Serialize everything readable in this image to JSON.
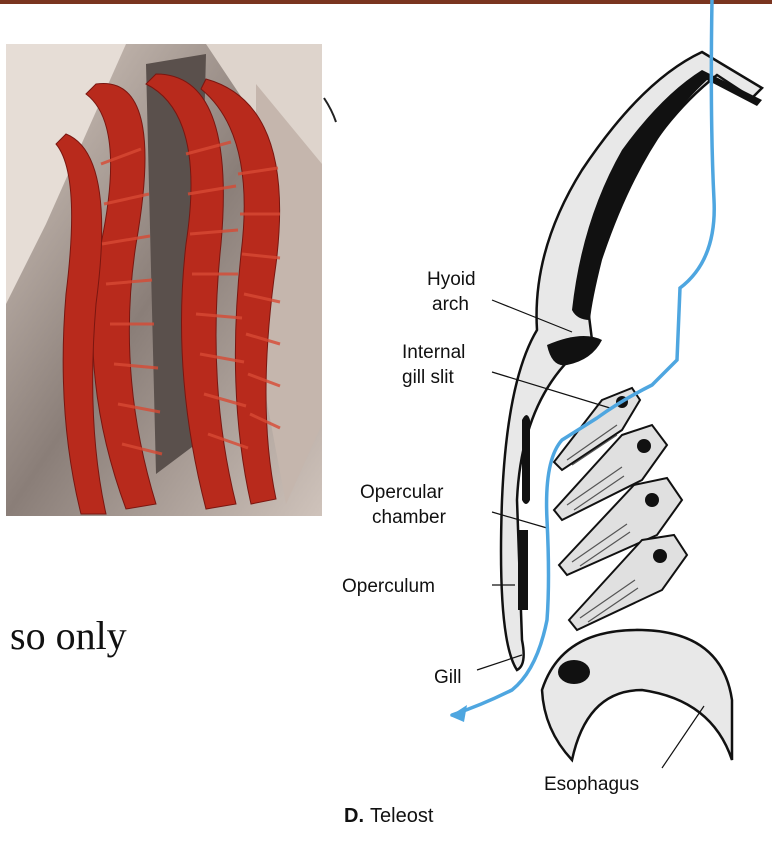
{
  "labels": {
    "hyoid_arch_1": "Hyoid",
    "hyoid_arch_2": "arch",
    "internal_gill_slit_1": "Internal",
    "internal_gill_slit_2": "gill slit",
    "opercular_chamber_1": "Opercular",
    "opercular_chamber_2": "chamber",
    "operculum": "Operculum",
    "gill": "Gill",
    "esophagus": "Esophagus"
  },
  "subfigure": {
    "letter": "D.",
    "name": "Teleost"
  },
  "slide_text": "so only",
  "colors": {
    "top_bar": "#7a3520",
    "flow_arrow": "#4ea6e0",
    "gill_tissue": "#b82a1c"
  }
}
